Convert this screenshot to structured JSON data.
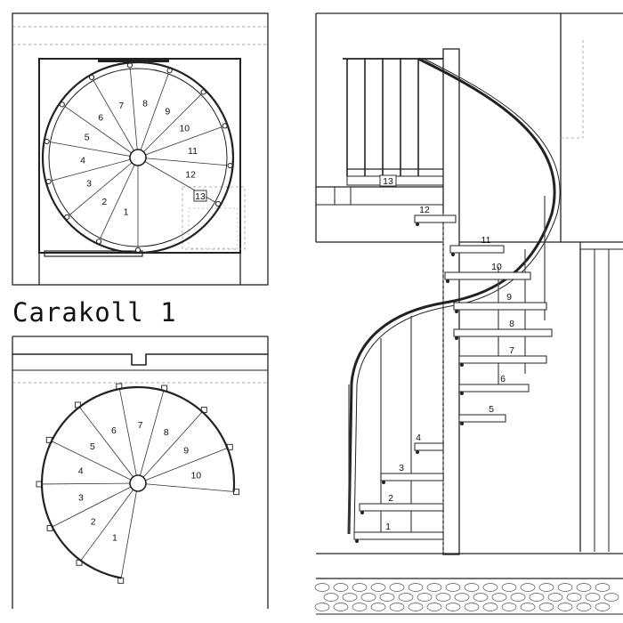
{
  "title": "Carakoll 1",
  "plan_full": {
    "steps": [
      "1",
      "2",
      "3",
      "4",
      "5",
      "6",
      "7",
      "8",
      "9",
      "10",
      "11",
      "12"
    ],
    "landing": "13"
  },
  "plan_partial": {
    "steps": [
      "1",
      "2",
      "3",
      "4",
      "5",
      "6",
      "7",
      "8",
      "9",
      "10"
    ]
  },
  "elevation": {
    "steps": [
      "1",
      "2",
      "3",
      "4",
      "5",
      "6",
      "7",
      "8",
      "9",
      "10",
      "11",
      "12"
    ],
    "landing": "13"
  }
}
